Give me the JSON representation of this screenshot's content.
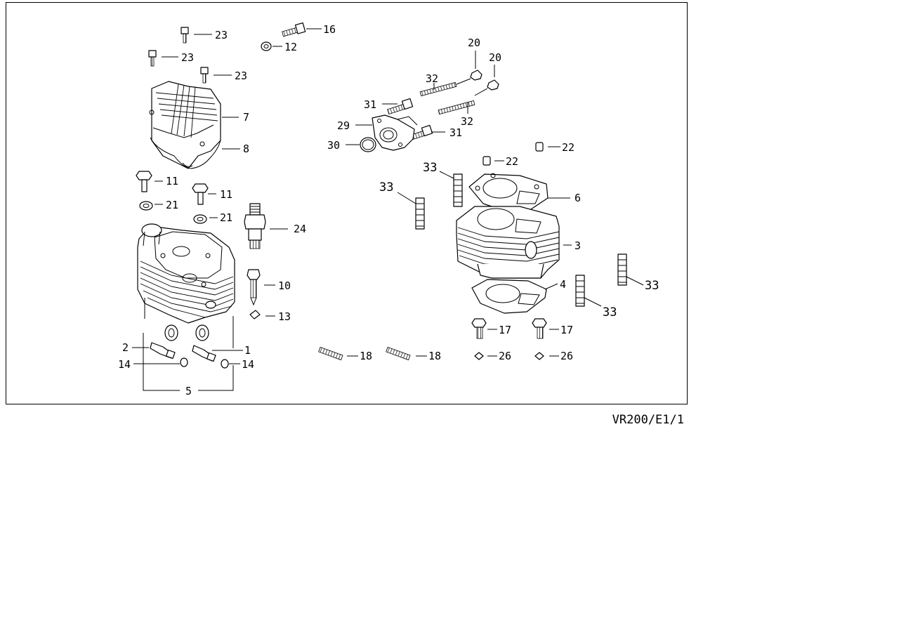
{
  "reference_code": "VR200/E1/1",
  "callouts": {
    "p1": "1",
    "p2": "2",
    "p3": "3",
    "p4": "4",
    "p5": "5",
    "p6": "6",
    "p7": "7",
    "p8": "8",
    "p10": "10",
    "p11a": "11",
    "p11b": "11",
    "p12": "12",
    "p13": "13",
    "p14a": "14",
    "p14b": "14",
    "p16": "16",
    "p17a": "17",
    "p17b": "17",
    "p18a": "18",
    "p18b": "18",
    "p20a": "20",
    "p20b": "20",
    "p21a": "21",
    "p21b": "21",
    "p22a": "22",
    "p22b": "22",
    "p23a": "23",
    "p23b": "23",
    "p23c": "23",
    "p24": "24",
    "p26a": "26",
    "p26b": "26",
    "p29": "29",
    "p30": "30",
    "p31a": "31",
    "p31b": "31",
    "p32a": "32",
    "p32b": "32",
    "p33a": "33",
    "p33b": "33",
    "p33c": "33",
    "p33d": "33"
  }
}
